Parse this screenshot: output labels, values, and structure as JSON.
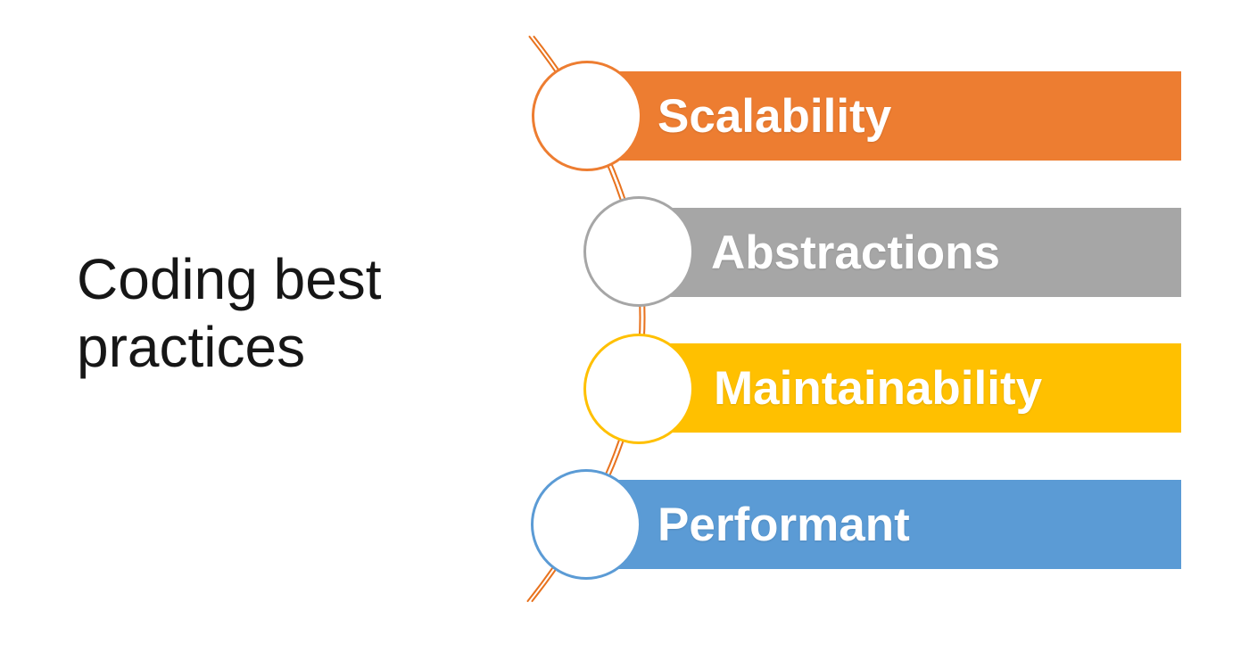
{
  "title": {
    "text": "Coding best practices"
  },
  "diagram": {
    "type": "bending-process-list",
    "items": [
      {
        "label": "Scalability",
        "bar_color": "#ED7D31",
        "circle_outline": "#ED7D31"
      },
      {
        "label": "Abstractions",
        "bar_color": "#A6A6A6",
        "circle_outline": "#A6A6A6"
      },
      {
        "label": "Maintainability",
        "bar_color": "#FFC000",
        "circle_outline": "#FFC000"
      },
      {
        "label": "Performant",
        "bar_color": "#5B9BD5",
        "circle_outline": "#5B9BD5"
      }
    ],
    "label_text_color": "#FFFFFF",
    "connector": {
      "color": "#E8731F",
      "style": "double-line"
    }
  },
  "background_color": "#FFFFFF",
  "title_text_color": "#161616"
}
